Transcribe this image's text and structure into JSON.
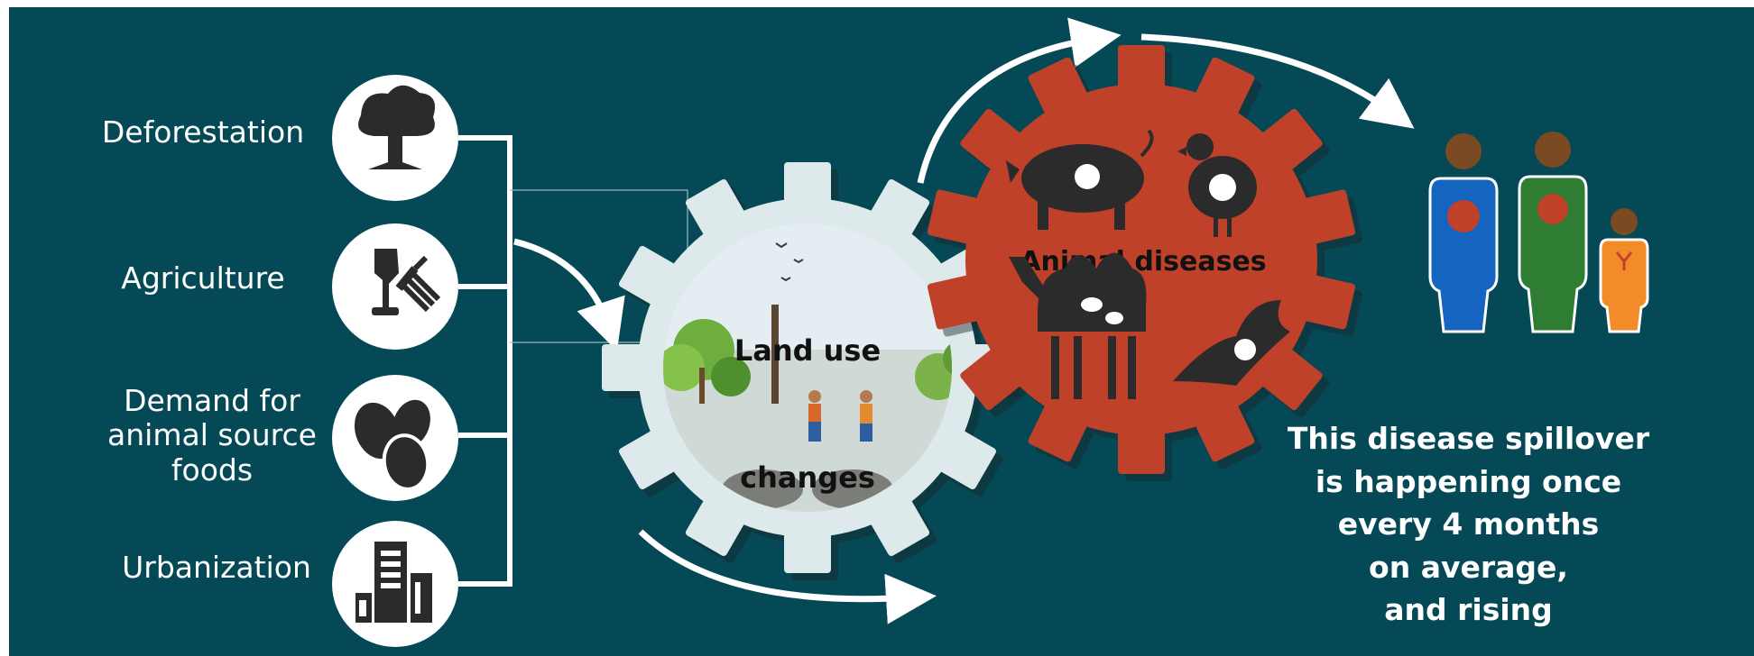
{
  "drivers": [
    {
      "label": "Deforestation",
      "icon": "tree-icon"
    },
    {
      "label": "Agriculture",
      "icon": "shovel-fork-icon"
    },
    {
      "label_lines": [
        "Demand for",
        "animal source",
        "foods"
      ],
      "icon": "eggs-icon"
    },
    {
      "label": "Urbanization",
      "icon": "buildings-icon"
    }
  ],
  "land_use_gear": {
    "line1": "Land use",
    "line2": "changes",
    "color": "#dde9ea"
  },
  "animal_gear": {
    "label": "Animal diseases",
    "color": "#c0412a",
    "animals": [
      "pig-icon",
      "chicken-icon",
      "camel-icon",
      "bat-icon"
    ]
  },
  "people": {
    "figures": [
      {
        "name": "person-blue-icon",
        "color": "#1565c0"
      },
      {
        "name": "person-green-icon",
        "color": "#2e7d32"
      },
      {
        "name": "child-orange-icon",
        "color": "#f28c28"
      }
    ]
  },
  "spillover_text": [
    "This disease spillover",
    "is happening once",
    "every 4 months",
    "on average,",
    "and rising"
  ],
  "colors": {
    "background": "#044955",
    "gear_red": "#c0412a",
    "gear_light": "#dde9ea",
    "white": "#ffffff"
  }
}
